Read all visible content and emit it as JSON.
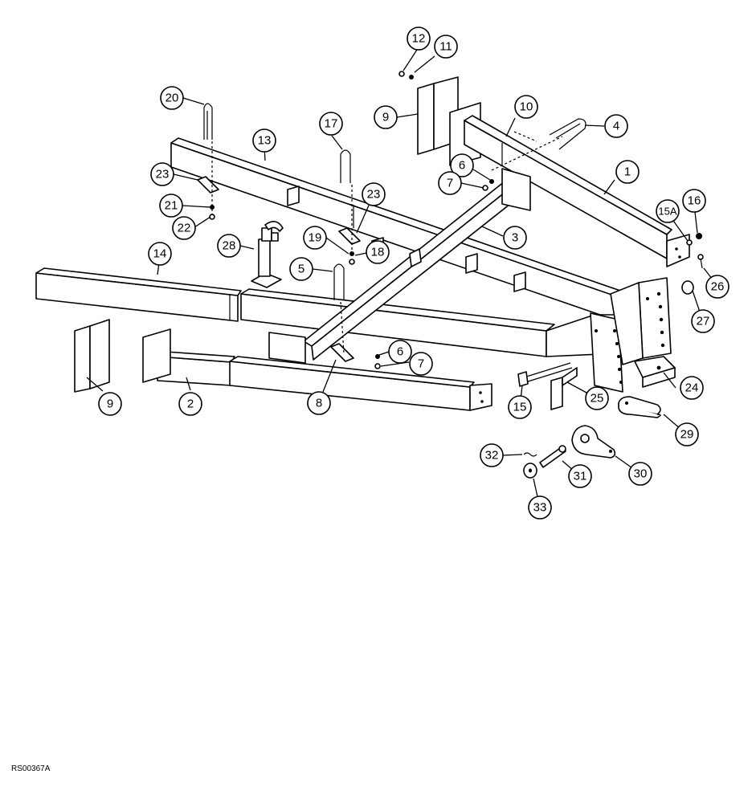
{
  "figure": {
    "code": "RS00367A"
  },
  "callouts": {
    "c1": "1",
    "c2": "2",
    "c3": "3",
    "c4": "4",
    "c5": "5",
    "c6a": "6",
    "c6b": "6",
    "c7a": "7",
    "c7b": "7",
    "c8": "8",
    "c9a": "9",
    "c9b": "9",
    "c10": "10",
    "c11": "11",
    "c12": "12",
    "c13": "13",
    "c14": "14",
    "c15": "15",
    "c15a": "15A",
    "c16": "16",
    "c17": "17",
    "c18": "18",
    "c19": "19",
    "c20": "20",
    "c21": "21",
    "c22": "22",
    "c23a": "23",
    "c23b": "23",
    "c24": "24",
    "c25": "25",
    "c26": "26",
    "c27": "27",
    "c28": "28",
    "c29": "29",
    "c30": "30",
    "c31": "31",
    "c32": "32",
    "c33": "33"
  }
}
